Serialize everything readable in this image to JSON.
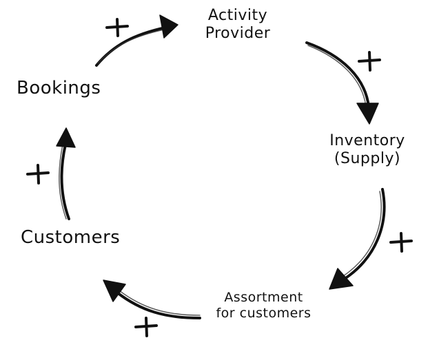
{
  "nodes": {
    "activity_provider": [
      "Activity",
      "Provider"
    ],
    "inventory": [
      "Inventory",
      "(Supply)"
    ],
    "assortment": [
      "Assortment",
      "for customers"
    ],
    "customers": "Customers",
    "bookings": "Bookings"
  },
  "links": [
    {
      "from": "Bookings",
      "to": "Activity Provider",
      "polarity": "+"
    },
    {
      "from": "Activity Provider",
      "to": "Inventory (Supply)",
      "polarity": "+"
    },
    {
      "from": "Inventory (Supply)",
      "to": "Assortment for customers",
      "polarity": "+"
    },
    {
      "from": "Assortment for customers",
      "to": "Customers",
      "polarity": "+"
    },
    {
      "from": "Customers",
      "to": "Bookings",
      "polarity": "+"
    }
  ],
  "colors": {
    "ink": "#111111",
    "background": "#ffffff"
  }
}
